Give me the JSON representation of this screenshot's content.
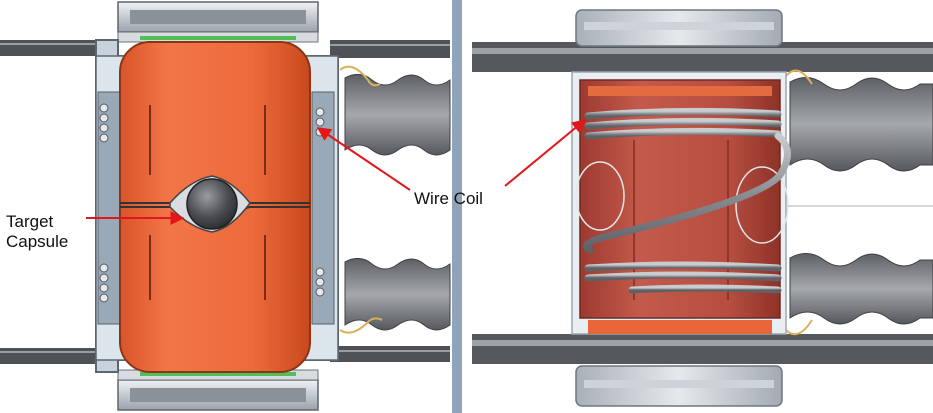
{
  "labels": {
    "wire_coil": "Wire Coil",
    "target_line1": "Target",
    "target_line2": "Capsule"
  },
  "colors": {
    "background": "#ffffff",
    "capsule_orange": "#ee6a3e",
    "capsule_dark": "#c64a22",
    "cylinder_red": "#b54a3d",
    "metal_light": "#d8dde2",
    "metal_mid": "#b5bcc4",
    "metal_dark": "#6e747b",
    "grey_ribbon": "#8d9095",
    "divider_blue": "#8fa4ba",
    "arrow_red": "#e3161b",
    "coil_gold": "#d9b15a",
    "wire_grey": "#9c9fa3"
  }
}
